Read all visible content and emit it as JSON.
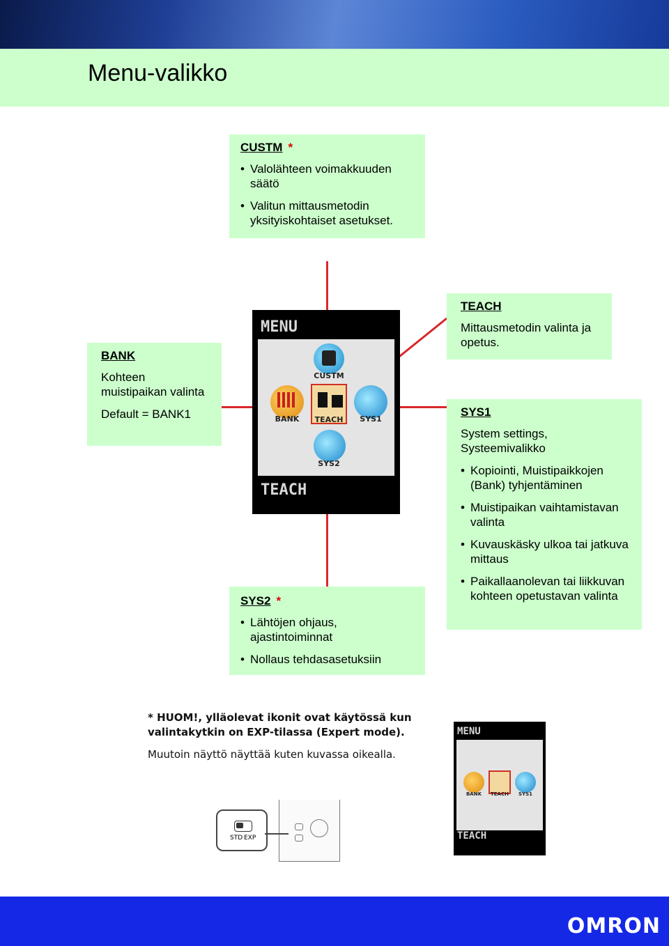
{
  "title": "Menu-valikko",
  "custm": {
    "heading": "CUSTM",
    "star": "*",
    "items": [
      "Valolähteen voimakkuuden säätö",
      "Valitun mittausmetodin yksityiskohtaiset asetukset."
    ]
  },
  "bank": {
    "heading": "BANK",
    "desc": "Kohteen muistipaikan valinta",
    "default": "Default = BANK1"
  },
  "teach": {
    "heading": "TEACH",
    "desc": "Mittausmetodin valinta ja opetus."
  },
  "sys1": {
    "heading": "SYS1",
    "desc": "System settings, Systeemivalikko",
    "items": [
      "Kopiointi, Muistipaikkojen (Bank) tyhjentäminen",
      "Muistipaikan vaihtamistavan valinta",
      "Kuvauskäsky ulkoa tai jatkuva mittaus",
      "Paikallaanolevan tai liikkuvan kohteen opetustavan valinta"
    ]
  },
  "sys2": {
    "heading": "SYS2",
    "star": "*",
    "items": [
      "Lähtöjen ohjaus, ajastintoiminnat",
      "Nollaus tehdasasetuksiin"
    ]
  },
  "lcd_main": {
    "top": "MENU",
    "bottom": "TEACH",
    "icons": {
      "custm": "CUSTM",
      "bank": "BANK",
      "teach": "TEACH",
      "sys1": "SYS1",
      "sys2": "SYS2"
    }
  },
  "lcd_small": {
    "top": "MENU",
    "bottom": "TEACH",
    "icons": {
      "bank": "BANK",
      "teach": "TEACH",
      "sys1": "SYS1"
    }
  },
  "note": {
    "line1": "* HUOM!, ylläolevat ikonit ovat käytössä kun",
    "line2": "valintakytkin on EXP-tilassa (Expert mode).",
    "line3": "Muutoin näyttö näyttää kuten kuvassa oikealla."
  },
  "switch": {
    "std": "STD",
    "exp": "EXP"
  },
  "brand": "OMRON",
  "colors": {
    "box_bg": "#ccffcc",
    "line": "#d8282a",
    "footer": "#1428e6"
  }
}
